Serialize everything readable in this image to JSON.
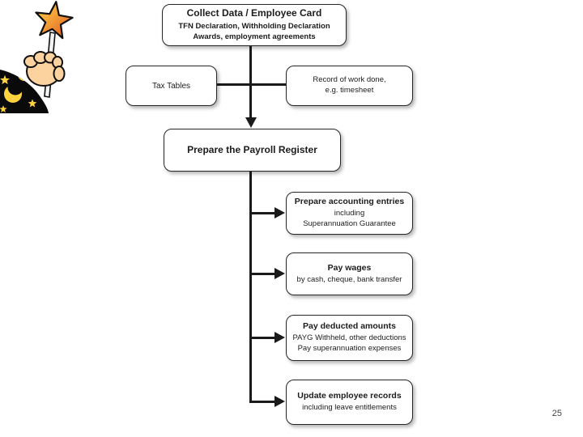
{
  "page": {
    "background": "#ffffff",
    "page_number": "25"
  },
  "flowchart": {
    "collect": {
      "title": "Collect Data / Employee Card",
      "subtitle1": "TFN Declaration, Withholding Declaration",
      "subtitle2": "Awards, employment agreements"
    },
    "tax_tables": {
      "title": "Tax Tables"
    },
    "record_work": {
      "line1": "Record of work done,",
      "line2": "e.g. timesheet"
    },
    "payroll_register": {
      "title": "Prepare the Payroll Register"
    },
    "steps": [
      {
        "title": "Prepare accounting entries",
        "sub1": "including",
        "sub2": "Superannuation Guarantee"
      },
      {
        "title": "Pay wages",
        "sub1": "by cash, cheque, bank transfer",
        "sub2": ""
      },
      {
        "title": "Pay deducted amounts",
        "sub1": "PAYG Withheld, other deductions",
        "sub2": "Pay superannuation expenses"
      },
      {
        "title": "Update employee records",
        "sub1": "including leave entitlements",
        "sub2": ""
      }
    ]
  },
  "decoration": {
    "illustration": "hand-holding-magic-wand",
    "colors": {
      "line": "#1a1a1a",
      "box_border": "#262626",
      "star_light": "#ffd84d",
      "star_dark": "#e2571d",
      "wand": "#f4f4f4",
      "hand": "#fcd39e",
      "sleeve": "#0a0a0a",
      "moon_star_yellow": "#ffd23f"
    }
  }
}
